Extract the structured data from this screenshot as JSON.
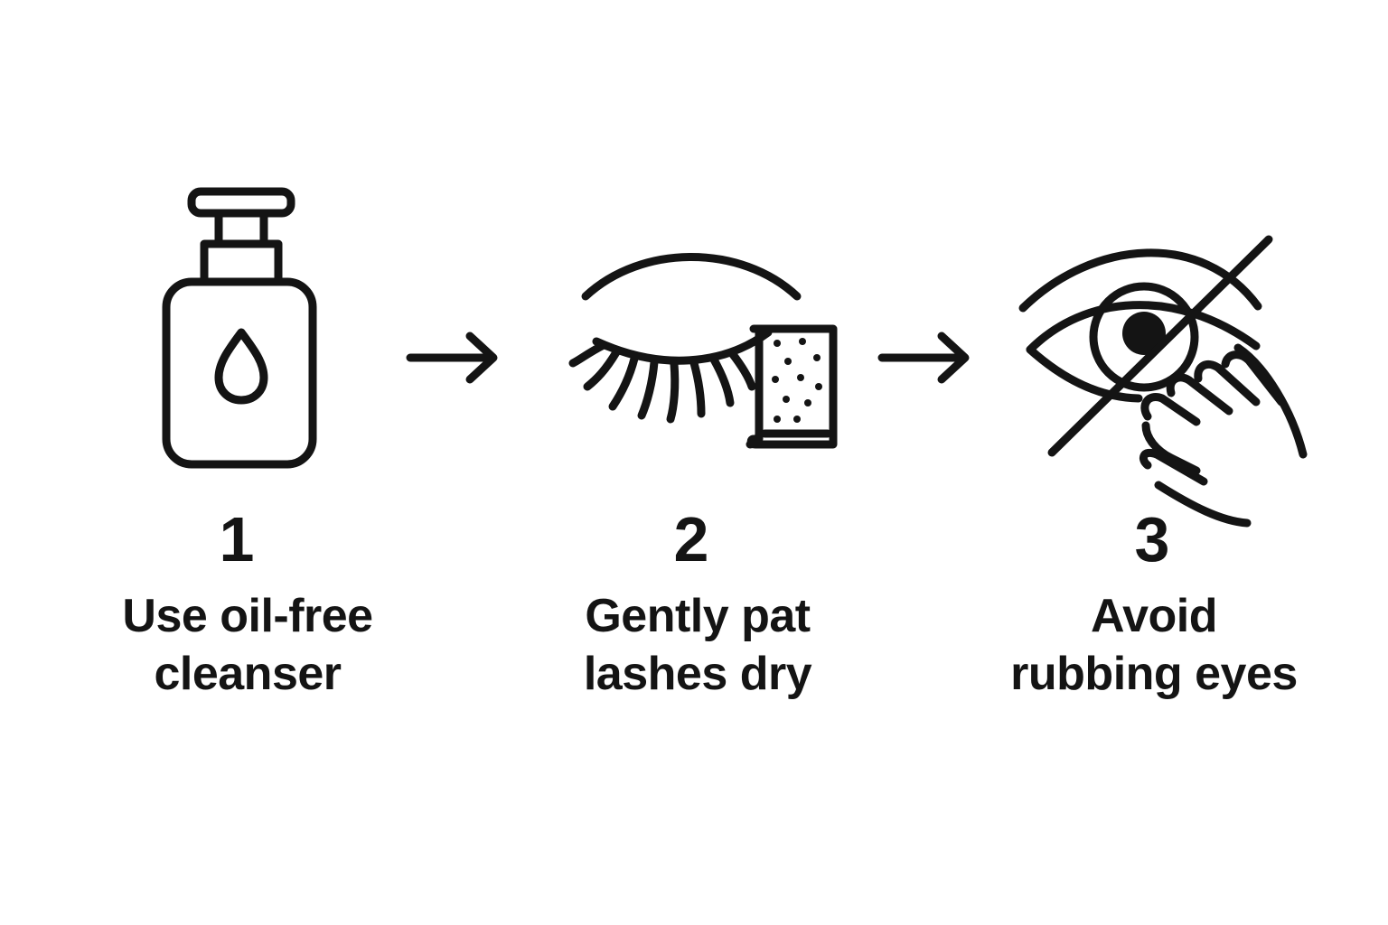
{
  "steps": [
    {
      "number": "1",
      "label_lines": [
        "Use oil-free",
        "cleanser"
      ],
      "icon": "pump-bottle-with-drop-icon"
    },
    {
      "number": "2",
      "label_lines": [
        "Gently pat",
        "lashes dry"
      ],
      "icon": "closed-eye-with-towel-icon"
    },
    {
      "number": "3",
      "label_lines": [
        "Avoid",
        "rubbing eyes"
      ],
      "icon": "crossed-out-eye-rubbing-icon"
    }
  ],
  "connectors": [
    "arrow-right-icon",
    "arrow-right-icon"
  ],
  "colors": {
    "ink": "#141414",
    "background": "#ffffff"
  }
}
